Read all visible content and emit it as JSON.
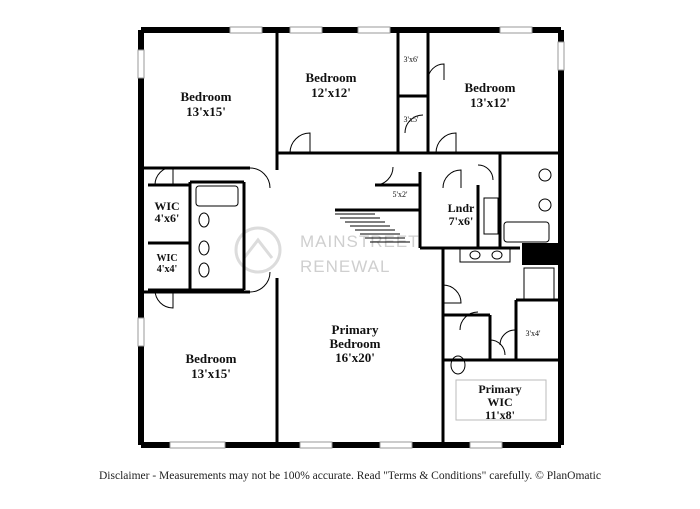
{
  "rooms": {
    "bedroom_nw": {
      "name": "Bedroom",
      "dims": "13'x15'"
    },
    "bedroom_n": {
      "name": "Bedroom",
      "dims": "12'x12'"
    },
    "bedroom_ne": {
      "name": "Bedroom",
      "dims": "13'x12'"
    },
    "wic_1": {
      "name": "WIC",
      "dims": "4'x6'"
    },
    "wic_2": {
      "name": "WIC",
      "dims": "4'x4'"
    },
    "laundry": {
      "name": "Lndr",
      "dims": "7'x6'"
    },
    "bedroom_sw": {
      "name": "Bedroom",
      "dims": "13'x15'"
    },
    "primary_bedroom": {
      "name_line1": "Primary",
      "name_line2": "Bedroom",
      "dims": "16'x20'"
    },
    "primary_wic": {
      "name_line1": "Primary",
      "name_line2": "WIC",
      "dims": "11'x8'"
    }
  },
  "closets": {
    "c1": "3'x6'",
    "c2": "3'x5'",
    "c3": "5'x2'",
    "c4": "3'x4'"
  },
  "watermark": {
    "line1": "MAINSTREET",
    "line2": "RENEWAL"
  },
  "disclaimer": "Disclaimer - Measurements may not be 100% accurate. Read \"Terms & Conditions\" carefully. © PlanOmatic"
}
